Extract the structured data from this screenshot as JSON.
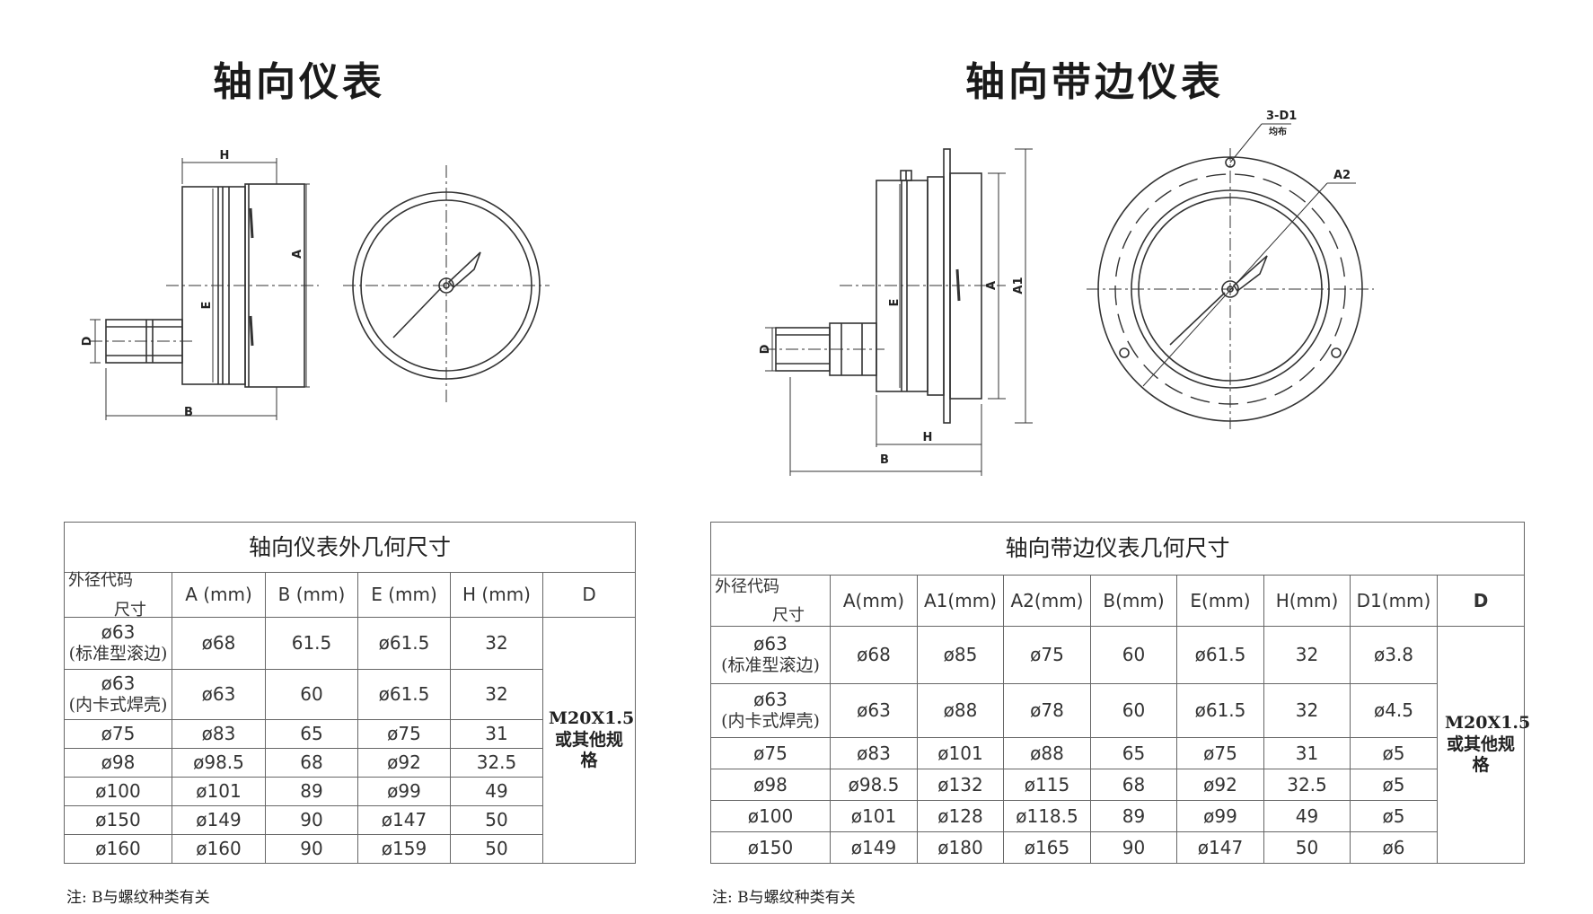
{
  "left": {
    "heading": "轴向仪表",
    "drawing_labels": {
      "h": "H",
      "a": "A",
      "e": "E",
      "d": "D",
      "b": "B"
    },
    "table": {
      "title": "轴向仪表外几何尺寸",
      "corner_top": "尺寸",
      "corner_bottom": "外径代码",
      "headers": [
        "A (mm)",
        "B (mm)",
        "E (mm)",
        "H (mm)",
        "D"
      ],
      "rows": [
        {
          "code": "ø63",
          "code_sub": "(标准型滚边)",
          "cells": [
            "ø68",
            "61.5",
            "ø61.5",
            "32"
          ]
        },
        {
          "code": "ø63",
          "code_sub": "(内卡式焊壳)",
          "cells": [
            "ø63",
            "60",
            "ø61.5",
            "32"
          ]
        },
        {
          "code": "ø75",
          "code_sub": "",
          "cells": [
            "ø83",
            "65",
            "ø75",
            "31"
          ]
        },
        {
          "code": "ø98",
          "code_sub": "",
          "cells": [
            "ø98.5",
            "68",
            "ø92",
            "32.5"
          ]
        },
        {
          "code": "ø100",
          "code_sub": "",
          "cells": [
            "ø101",
            "89",
            "ø99",
            "49"
          ]
        },
        {
          "code": "ø150",
          "code_sub": "",
          "cells": [
            "ø149",
            "90",
            "ø147",
            "50"
          ]
        },
        {
          "code": "ø160",
          "code_sub": "",
          "cells": [
            "ø160",
            "90",
            "ø159",
            "50"
          ]
        }
      ],
      "d_value": "M20X1.5或其他规格"
    },
    "note": "注: B与螺纹种类有关"
  },
  "right": {
    "heading": "轴向带边仪表",
    "drawing_labels": {
      "d1": "3-D1",
      "d1_sub": "均布",
      "a2": "A2",
      "a": "A",
      "a1": "A1",
      "e": "E",
      "d": "D",
      "h": "H",
      "b": "B"
    },
    "table": {
      "title": "轴向带边仪表几何尺寸",
      "corner_top": "尺寸",
      "corner_bottom": "外径代码",
      "headers": [
        "A(mm)",
        "A1(mm)",
        "A2(mm)",
        "B(mm)",
        "E(mm)",
        "H(mm)",
        "D1(mm)",
        "D"
      ],
      "rows": [
        {
          "code": "ø63",
          "code_sub": "(标准型滚边)",
          "cells": [
            "ø68",
            "ø85",
            "ø75",
            "60",
            "ø61.5",
            "32",
            "ø3.8"
          ]
        },
        {
          "code": "ø63",
          "code_sub": "(内卡式焊壳)",
          "cells": [
            "ø63",
            "ø88",
            "ø78",
            "60",
            "ø61.5",
            "32",
            "ø4.5"
          ]
        },
        {
          "code": "ø75",
          "code_sub": "",
          "cells": [
            "ø83",
            "ø101",
            "ø88",
            "65",
            "ø75",
            "31",
            "ø5"
          ]
        },
        {
          "code": "ø98",
          "code_sub": "",
          "cells": [
            "ø98.5",
            "ø132",
            "ø115",
            "68",
            "ø92",
            "32.5",
            "ø5"
          ]
        },
        {
          "code": "ø100",
          "code_sub": "",
          "cells": [
            "ø101",
            "ø128",
            "ø118.5",
            "89",
            "ø99",
            "49",
            "ø5"
          ]
        },
        {
          "code": "ø150",
          "code_sub": "",
          "cells": [
            "ø149",
            "ø180",
            "ø165",
            "90",
            "ø147",
            "50",
            "ø6"
          ]
        }
      ],
      "d_value": "M20X1.5或其他规格"
    },
    "note": "注: B与螺纹种类有关"
  }
}
